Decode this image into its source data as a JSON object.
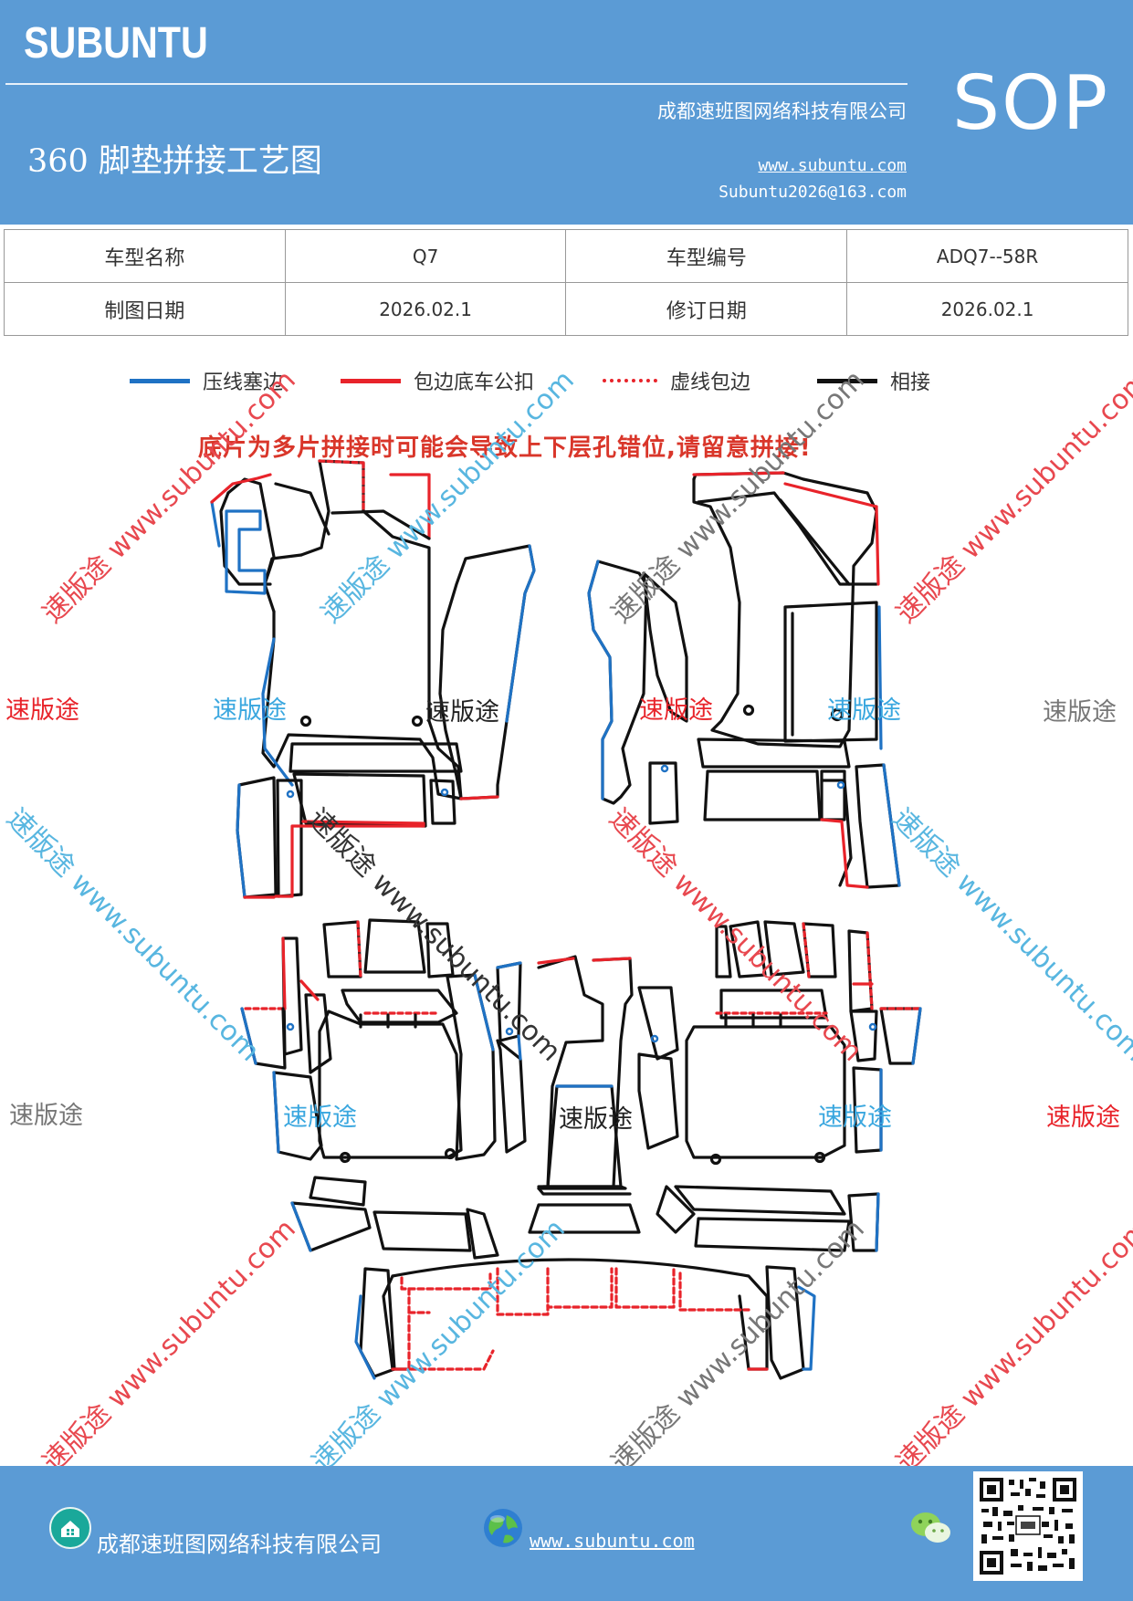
{
  "header": {
    "brand": "SUBUNTU",
    "doc_title": "360 脚垫拼接工艺图",
    "company": "成都速班图网络科技有限公司",
    "url": "www.subuntu.com",
    "email": "Subuntu2026@163.com",
    "badge": "SOP"
  },
  "info": {
    "model_name_label": "车型名称",
    "model_name_value": "Q7",
    "model_code_label": "车型编号",
    "model_code_value": "ADQ7--58R",
    "draw_date_label": "制图日期",
    "draw_date_value": "2026.02.1",
    "revise_date_label": "修订日期",
    "revise_date_value": "2026.02.1"
  },
  "legend": [
    {
      "label": "压线塞边",
      "color": "#1f72c4",
      "style": "solid"
    },
    {
      "label": "包边底车公扣",
      "color": "#e8232a",
      "style": "solid"
    },
    {
      "label": "虚线包边",
      "color": "#e8232a",
      "style": "dashed"
    },
    {
      "label": "相接",
      "color": "#111111",
      "style": "solid"
    }
  ],
  "warning": "底片为多片拼接时可能会导致上下层孔错位,请留意拼接!",
  "watermark": {
    "diagonal_text": "速版途 www.subuntu.com",
    "word": "速版途"
  },
  "footer": {
    "company": "成都速班图网络科技有限公司",
    "url": "www.subuntu.com",
    "home_icon": "home-icon",
    "globe_icon": "globe-icon",
    "wechat_icon": "wechat-icon",
    "qr_icon": "qr-code-icon"
  }
}
